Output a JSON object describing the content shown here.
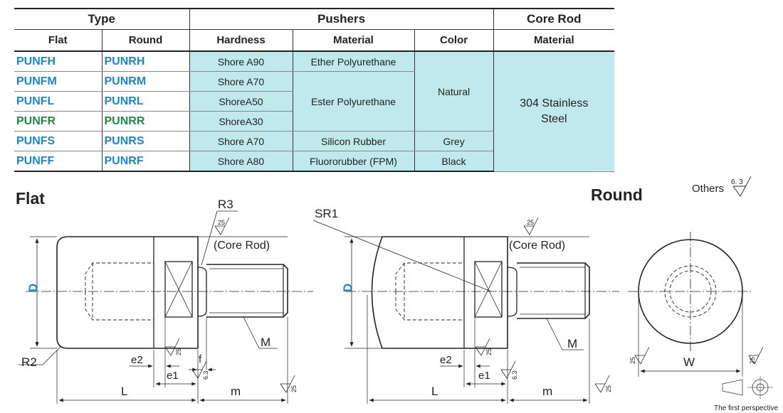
{
  "table": {
    "header_groups": [
      "Type",
      "Pushers",
      "Core Rod"
    ],
    "columns": [
      "Flat",
      "Round",
      "Hardness",
      "Material",
      "Color",
      "Material"
    ],
    "rows": [
      {
        "flat": "PUNFH",
        "round": "PUNRH",
        "hardness": "Shore A90",
        "code_color": "blue"
      },
      {
        "flat": "PUNFM",
        "round": "PUNRM",
        "hardness": "Shore A70",
        "code_color": "blue"
      },
      {
        "flat": "PUNFL",
        "round": "PUNRL",
        "hardness": "ShoreA50",
        "code_color": "blue"
      },
      {
        "flat": "PUNFR",
        "round": "PUNRR",
        "hardness": "ShoreA30",
        "code_color": "green"
      },
      {
        "flat": "PUNFS",
        "round": "PUNRS",
        "hardness": "Shore A70",
        "code_color": "blue"
      },
      {
        "flat": "PUNFF",
        "round": "PUNRF",
        "hardness": "Shore A80",
        "code_color": "blue"
      }
    ],
    "materials": {
      "ether": "Ether Polyurethane",
      "ester": "Ester Polyurethane",
      "silicon": "Silicon Rubber",
      "fluoro": "Fluororubber (FPM)"
    },
    "colors": {
      "natural": "Natural",
      "grey": "Grey",
      "black": "Black"
    },
    "core_rod_material_line1": "304 Stainless",
    "core_rod_material_line2": "Steel",
    "accent_colors": {
      "code_blue": "#1a86d0",
      "code_green": "#1f8a45",
      "cell_cyan": "#bfe9ec"
    }
  },
  "drawing": {
    "flat_title": "Flat",
    "round_title": "Round",
    "others_label": "Others",
    "others_roughness": "6. 3",
    "core_rod_label": "(Core Rod)",
    "roughness_25": "25",
    "roughness_63": "6.3",
    "dim_R3": "R3",
    "dim_R2": "R2",
    "dim_SR1": "SR1",
    "dim_D": "D",
    "dim_L": "L",
    "dim_m": "m",
    "dim_M": "M",
    "dim_e2": "e2",
    "dim_e1": "e1",
    "dim_f": "f",
    "dim_W": "W",
    "projection_note": "The first perspective"
  }
}
